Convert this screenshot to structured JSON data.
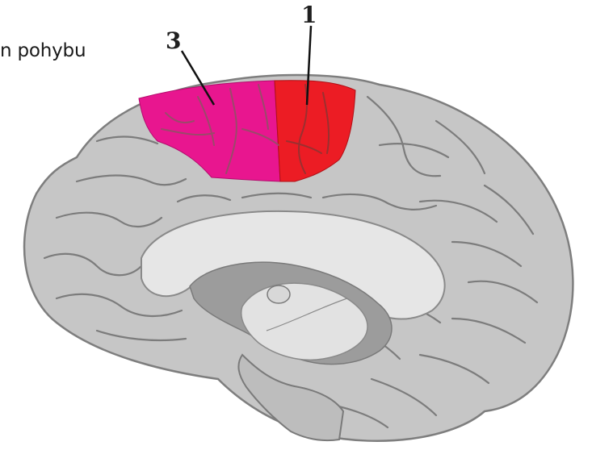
{
  "caption": "n pohybu",
  "labels": [
    {
      "id": "1",
      "text": "1",
      "color": "#1f1f1f"
    },
    {
      "id": "3",
      "text": "3",
      "color": "#1f1f1f"
    }
  ],
  "regions": [
    {
      "label": "1",
      "color": "#ec1c24"
    },
    {
      "label": "3",
      "color": "#e8168f"
    }
  ],
  "colors": {
    "cortex": "#c6c6c6",
    "cortex_outline": "#8a8a8a",
    "sulcus": "#7c7c7c",
    "inner_light": "#e6e6e6",
    "inner_dark": "#9c9c9c"
  }
}
